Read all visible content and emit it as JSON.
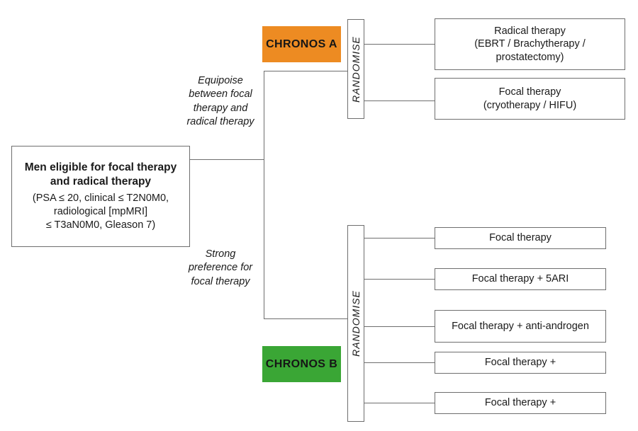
{
  "diagram": {
    "title": "CHRONOS trial randomisation flowchart",
    "colors": {
      "chronos_a": "#ED8B22",
      "chronos_b": "#3AA635",
      "border": "#6e6e6e",
      "text": "#1a1a1a",
      "background": "#ffffff"
    }
  },
  "source": {
    "heading": "Men eligible for focal therapy and radical therapy",
    "criteria_line_1": "(PSA ≤ 20, clinical ≤ T2N0M0,",
    "criteria_line_2": "radiological [mpMRI]",
    "criteria_line_3": "≤ T3aN0M0, Gleason 7)"
  },
  "branches": [
    {
      "id": "a",
      "chip_label": "CHRONOS A",
      "descriptor": "Equipoise between focal therapy and radical therapy",
      "randomise_label": "RANDOMISE",
      "outcomes": [
        {
          "line_1": "Radical therapy",
          "line_2": "(EBRT / Brachytherapy /",
          "line_3": "prostatectomy)"
        },
        {
          "line_1": "Focal therapy",
          "line_2": "(cryotherapy / HIFU)",
          "line_3": ""
        }
      ]
    },
    {
      "id": "b",
      "chip_label": "CHRONOS B",
      "descriptor": "Strong preference for focal therapy",
      "randomise_label": "RANDOMISE",
      "outcomes": [
        {
          "line_1": "Focal therapy",
          "line_2": "",
          "line_3": ""
        },
        {
          "line_1": "Focal therapy + 5ARI",
          "line_2": "",
          "line_3": ""
        },
        {
          "line_1": "Focal therapy + anti-androgen",
          "line_2": "",
          "line_3": ""
        },
        {
          "line_1": "Focal therapy +",
          "line_2": "",
          "line_3": ""
        },
        {
          "line_1": "Focal therapy +",
          "line_2": "",
          "line_3": ""
        }
      ]
    }
  ]
}
